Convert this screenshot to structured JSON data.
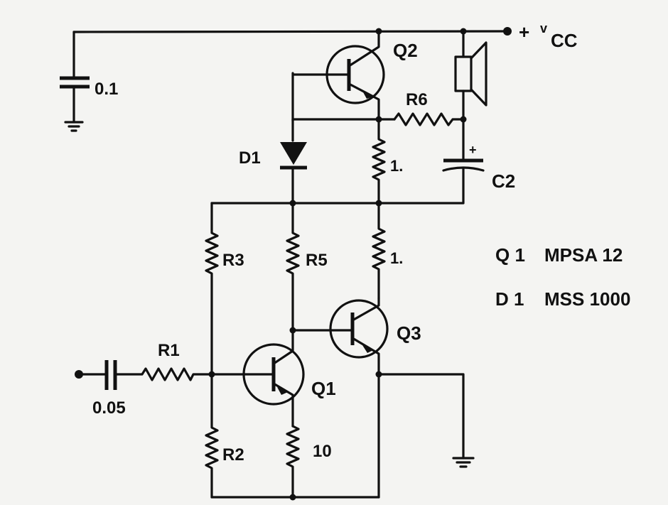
{
  "labels": {
    "vcc_plus": "+",
    "vcc_v": "v",
    "vcc_cc": "CC",
    "c_bypass": "0.1",
    "q2": "Q2",
    "r6": "R6",
    "d1": "D1",
    "r_top": "1.",
    "c2": "C2",
    "c2_plus": "+",
    "r3": "R3",
    "r5": "R5",
    "r_mid": "1.",
    "q3": "Q3",
    "r1": "R1",
    "c_in": "0.05",
    "q1": "Q1",
    "r2": "R2",
    "r_emit": "10"
  },
  "parts_list": [
    {
      "ref": "Q 1",
      "value": "MPSA 12"
    },
    {
      "ref": "D 1",
      "value": "MSS 1000"
    }
  ]
}
